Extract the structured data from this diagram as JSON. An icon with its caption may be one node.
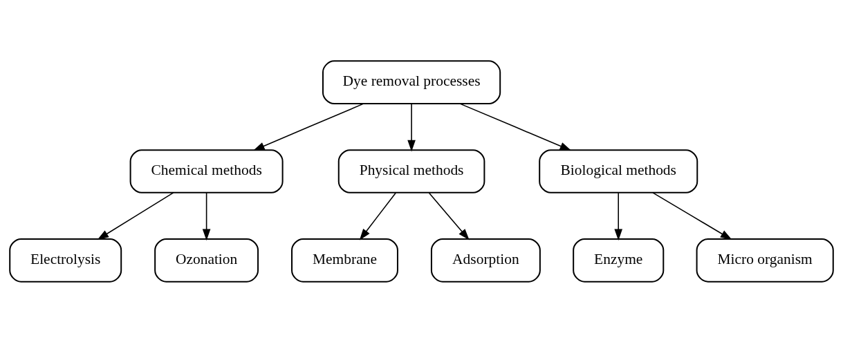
{
  "diagram": {
    "nodes": [
      {
        "text": [
          "Dye removal processes"
        ]
      },
      {
        "text": [
          "Chemical methods"
        ]
      },
      {
        "text": [
          "Physical methods"
        ]
      },
      {
        "text": [
          "Biological methods"
        ]
      },
      {
        "text": [
          "Electrolysis"
        ]
      },
      {
        "text": [
          "Ozonation"
        ]
      },
      {
        "text": [
          "Membrane"
        ]
      },
      {
        "text": [
          "Adsorption"
        ]
      },
      {
        "text": [
          "Enzyme"
        ]
      },
      {
        "text": [
          "Micro organism"
        ]
      }
    ],
    "edges": [
      {
        "from": 0,
        "to": 1,
        "arrow": "to"
      },
      {
        "from": 0,
        "to": 2,
        "arrow": "to"
      },
      {
        "from": 0,
        "to": 3,
        "arrow": "to"
      },
      {
        "from": 1,
        "to": 4,
        "arrow": "to"
      },
      {
        "from": 1,
        "to": 5,
        "arrow": "to"
      },
      {
        "from": 2,
        "to": 6,
        "arrow": "to"
      },
      {
        "from": 2,
        "to": 7,
        "arrow": "to"
      },
      {
        "from": 3,
        "to": 8,
        "arrow": "to"
      },
      {
        "from": 3,
        "to": 9,
        "arrow": "to"
      }
    ]
  }
}
